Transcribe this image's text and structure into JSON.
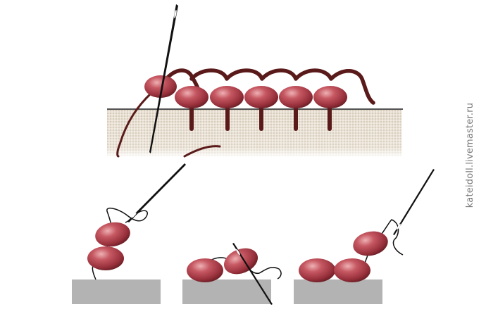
{
  "figure": {
    "description_panels": [
      "top-stitch-detail",
      "step-1-two-beads",
      "step-2-sewing-back",
      "step-3-next-bead"
    ],
    "watermark": "kateidoll.livemaster.ru",
    "colors": {
      "bead": "#b8454f",
      "bead_highlight": "#e9a3a8",
      "bead_shadow": "#6d1f27",
      "thread_top": "#5a1a1a",
      "thread_bottom": "#111111",
      "fabric": "#e6ddcf",
      "fabric_bottom": "#b3b3b3",
      "needle": "#111111"
    }
  }
}
